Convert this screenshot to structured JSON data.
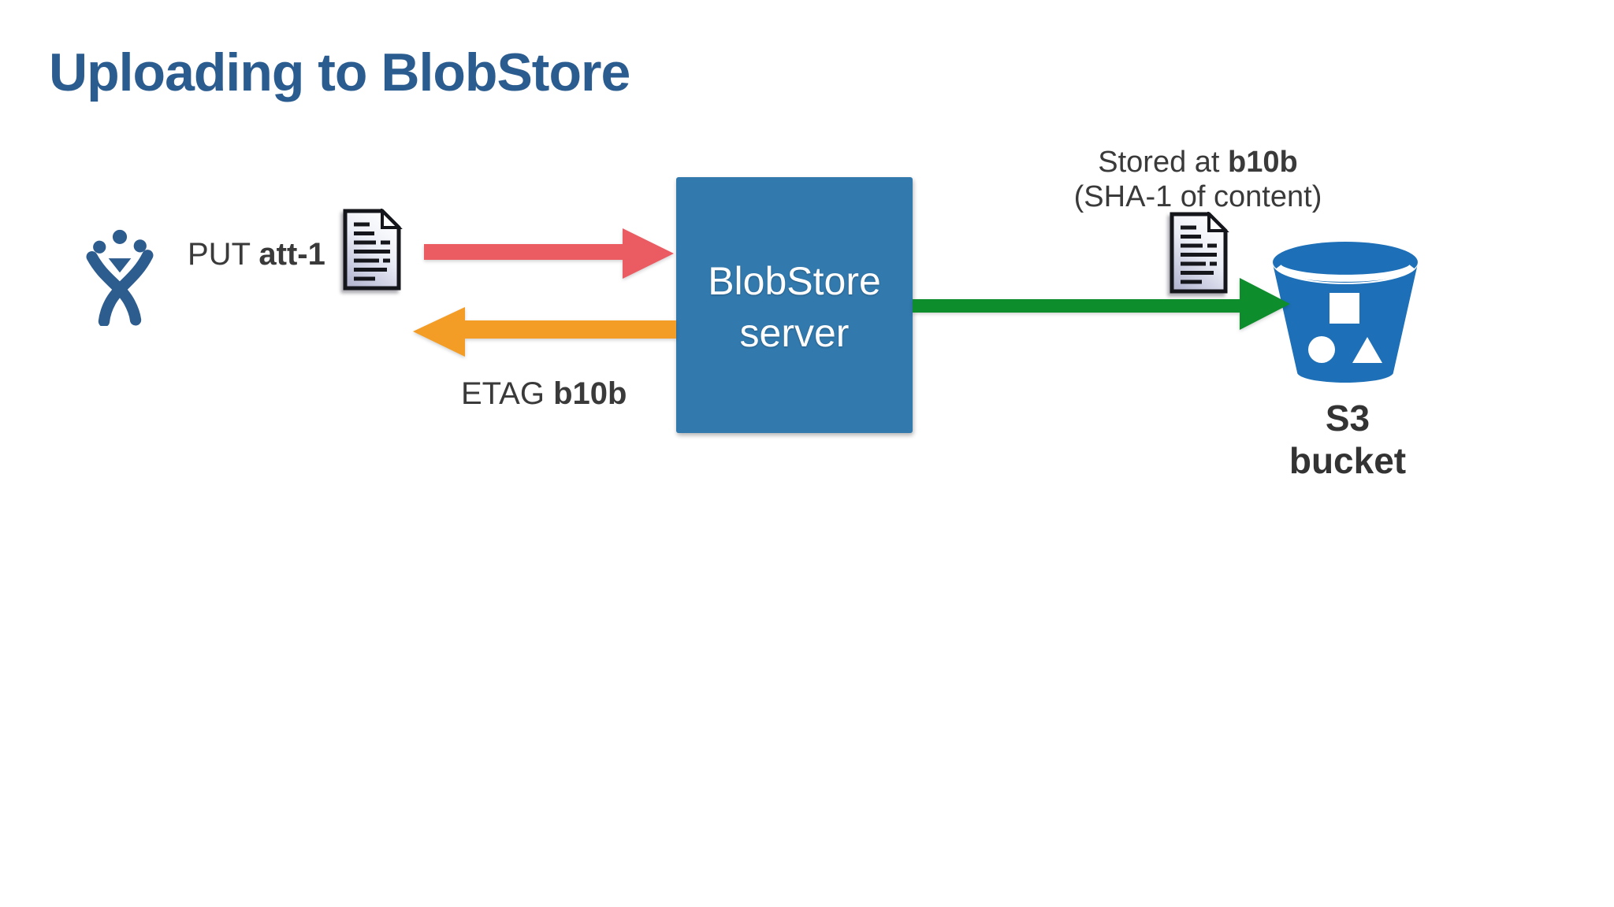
{
  "title": {
    "text": "Uploading to BlobStore",
    "color": "#2b5c90"
  },
  "client": {
    "icon": "jira-person-icon",
    "color": "#2d5c8e"
  },
  "labels": {
    "put_prefix": "PUT ",
    "put_bold": "att-1",
    "etag_prefix": "ETAG ",
    "etag_bold": "b10b",
    "stored_prefix": "Stored at ",
    "stored_bold": "b10b",
    "stored_line2": "(SHA-1 of content)",
    "bucket_label": "S3 bucket"
  },
  "server_box": {
    "line1": "BlobStore",
    "line2": "server",
    "bg_color": "#3279ad",
    "text_color": "#ffffff"
  },
  "arrows": {
    "put": {
      "name": "put-request-arrow",
      "direction": "right",
      "color": "#ea5b62"
    },
    "etag": {
      "name": "etag-response-arrow",
      "direction": "left",
      "color": "#f39d26"
    },
    "store": {
      "name": "store-to-s3-arrow",
      "direction": "right",
      "color": "#0e8d2d"
    }
  },
  "icons": {
    "document": "document-icon",
    "bucket": "s3-bucket-icon",
    "bucket_color": "#1d70b8"
  }
}
